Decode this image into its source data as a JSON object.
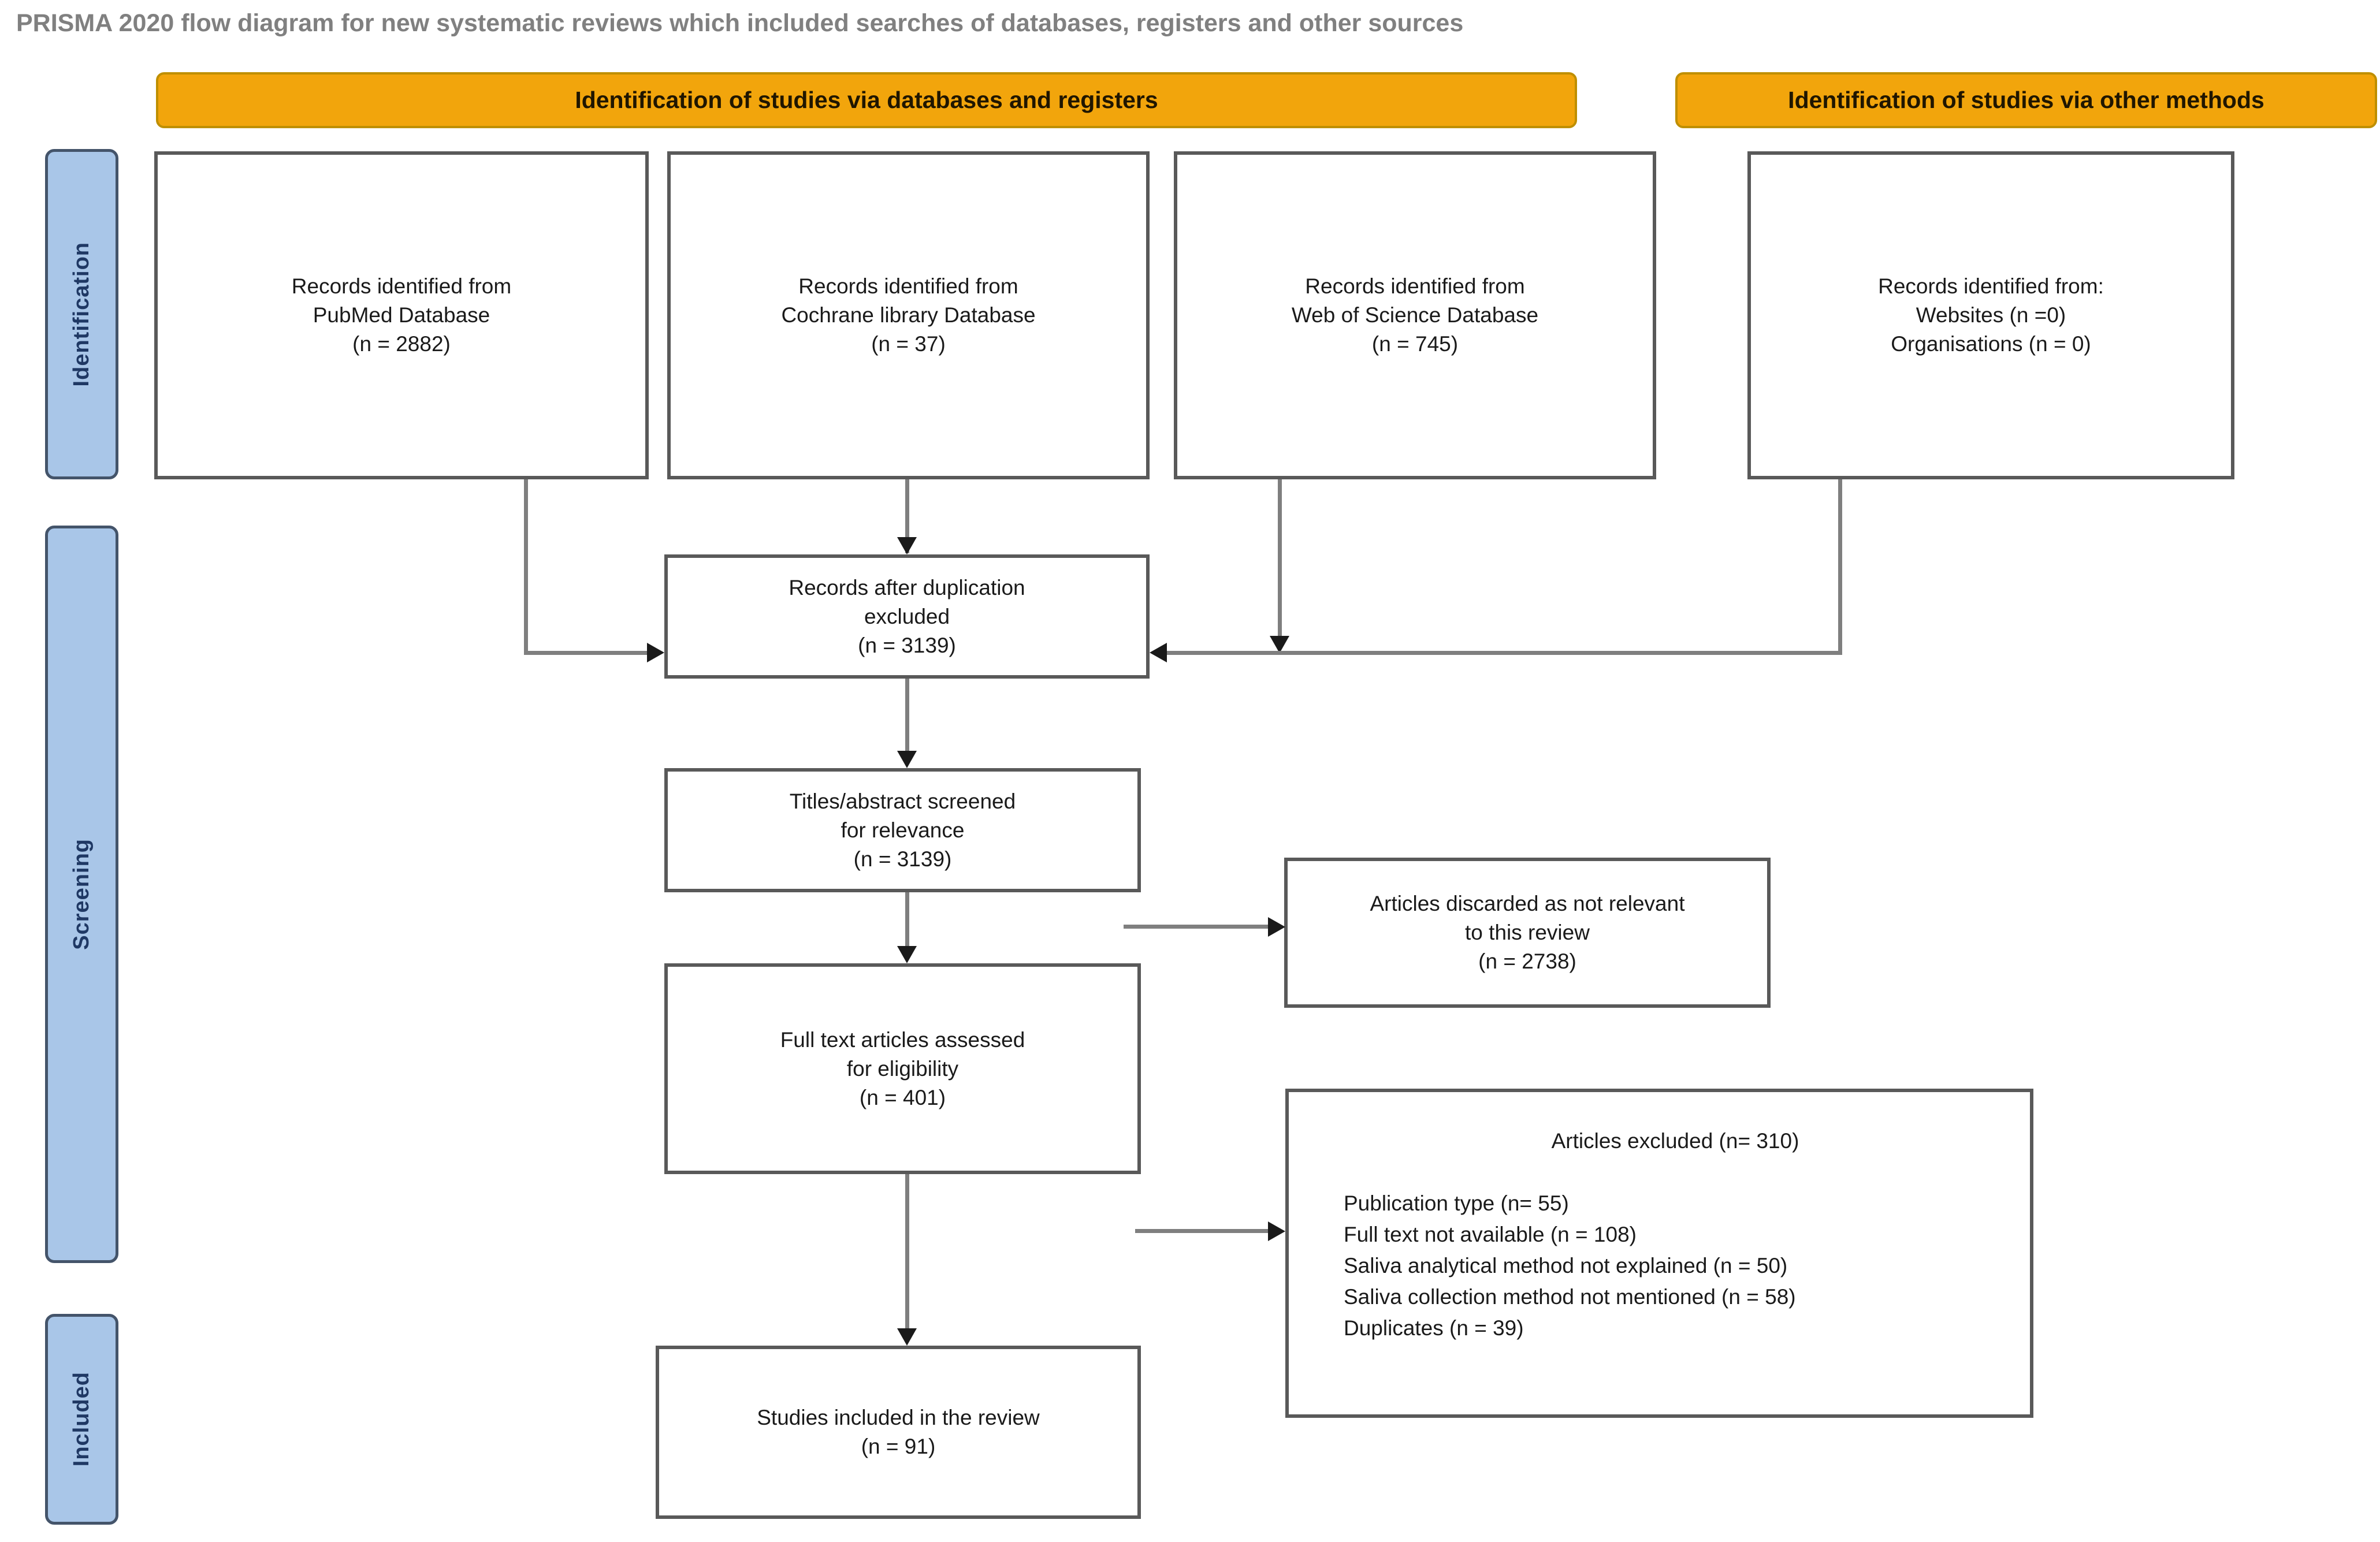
{
  "title": "PRISMA 2020 flow diagram for new systematic reviews which included searches of databases, registers and other sources",
  "banners": {
    "databases": "Identification of studies via databases and registers",
    "other": "Identification of studies via other methods"
  },
  "sidebar": {
    "identification": "Identification",
    "screening": "Screening",
    "included": "Included"
  },
  "boxes": {
    "pubmed": {
      "lines": [
        "Records identified from",
        "PubMed Database",
        "(n = 2882)"
      ]
    },
    "cochrane": {
      "lines": [
        "Records identified from",
        "Cochrane library Database",
        "(n = 37)"
      ]
    },
    "wos": {
      "lines": [
        "Records identified from",
        "Web of Science Database",
        "(n = 745)"
      ]
    },
    "other": {
      "lines": [
        "Records identified from:",
        "Websites (n =0)",
        "Organisations (n = 0)"
      ]
    },
    "dedup": {
      "lines": [
        "Records after duplication",
        "excluded",
        "(n = 3139)"
      ]
    },
    "titles": {
      "lines": [
        "Titles/abstract screened",
        "for relevance",
        "(n = 3139)"
      ]
    },
    "fulltext": {
      "lines": [
        "Full text articles assessed",
        "for eligibility",
        "(n = 401)"
      ]
    },
    "included": {
      "lines": [
        "Studies included in the review",
        "(n = 91)"
      ]
    },
    "discarded": {
      "lines": [
        "Articles discarded as not relevant",
        "to this review",
        "(n = 2738)"
      ]
    },
    "excluded": {
      "header": "Articles excluded (n= 310)",
      "items": [
        "Publication type (n= 55)",
        "Full text not available (n = 108)",
        "Saliva analytical method not explained (n = 50)",
        "Saliva collection method not mentioned (n = 58)",
        "Duplicates (n = 39)"
      ]
    }
  },
  "colors": {
    "banner_bg": "#F2A50C",
    "banner_border": "#BF8F00",
    "banner_text": "#201600",
    "bar_bg": "#A9C6E8",
    "bar_border": "#44546A",
    "bar_text": "#1F3864",
    "box_border": "#595959",
    "line_color": "#7F7F7F",
    "arrow_head": "#1A1A1A",
    "title_color": "#808080",
    "text_color": "#1A1A1A"
  }
}
